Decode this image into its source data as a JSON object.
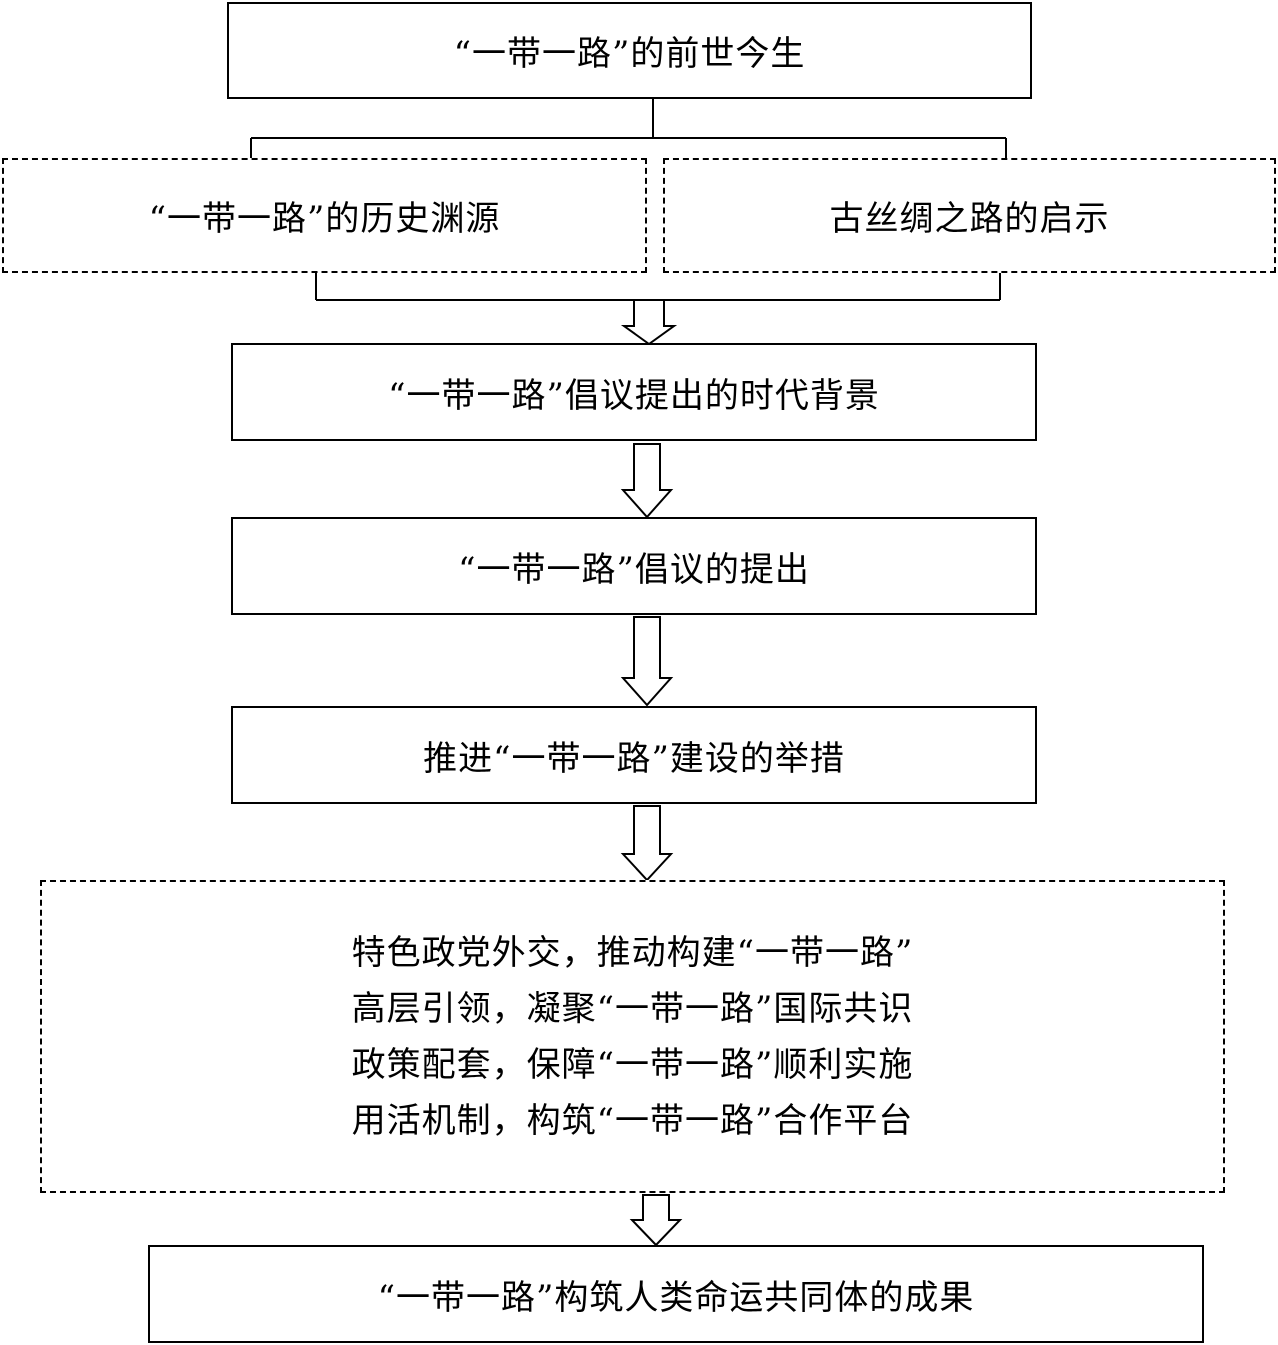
{
  "nodes": {
    "title": "“一带一路”的前世今生",
    "history_origin": "“一带一路”的历史渊源",
    "silk_road_lessons": "古丝绸之路的启示",
    "background": "“一带一路”倡议提出的时代背景",
    "proposal": "“一带一路”倡议的提出",
    "measures": "推进“一带一路”建设的举措",
    "measures_details": [
      "特色政党外交，推动构建“一带一路”",
      "高层引领，凝聚“一带一路”国际共识",
      "政策配套，保障“一带一路”顺利实施",
      "用活机制，构筑“一带一路”合作平台"
    ],
    "achievements": "“一带一路”构筑人类命运共同体的成果"
  }
}
